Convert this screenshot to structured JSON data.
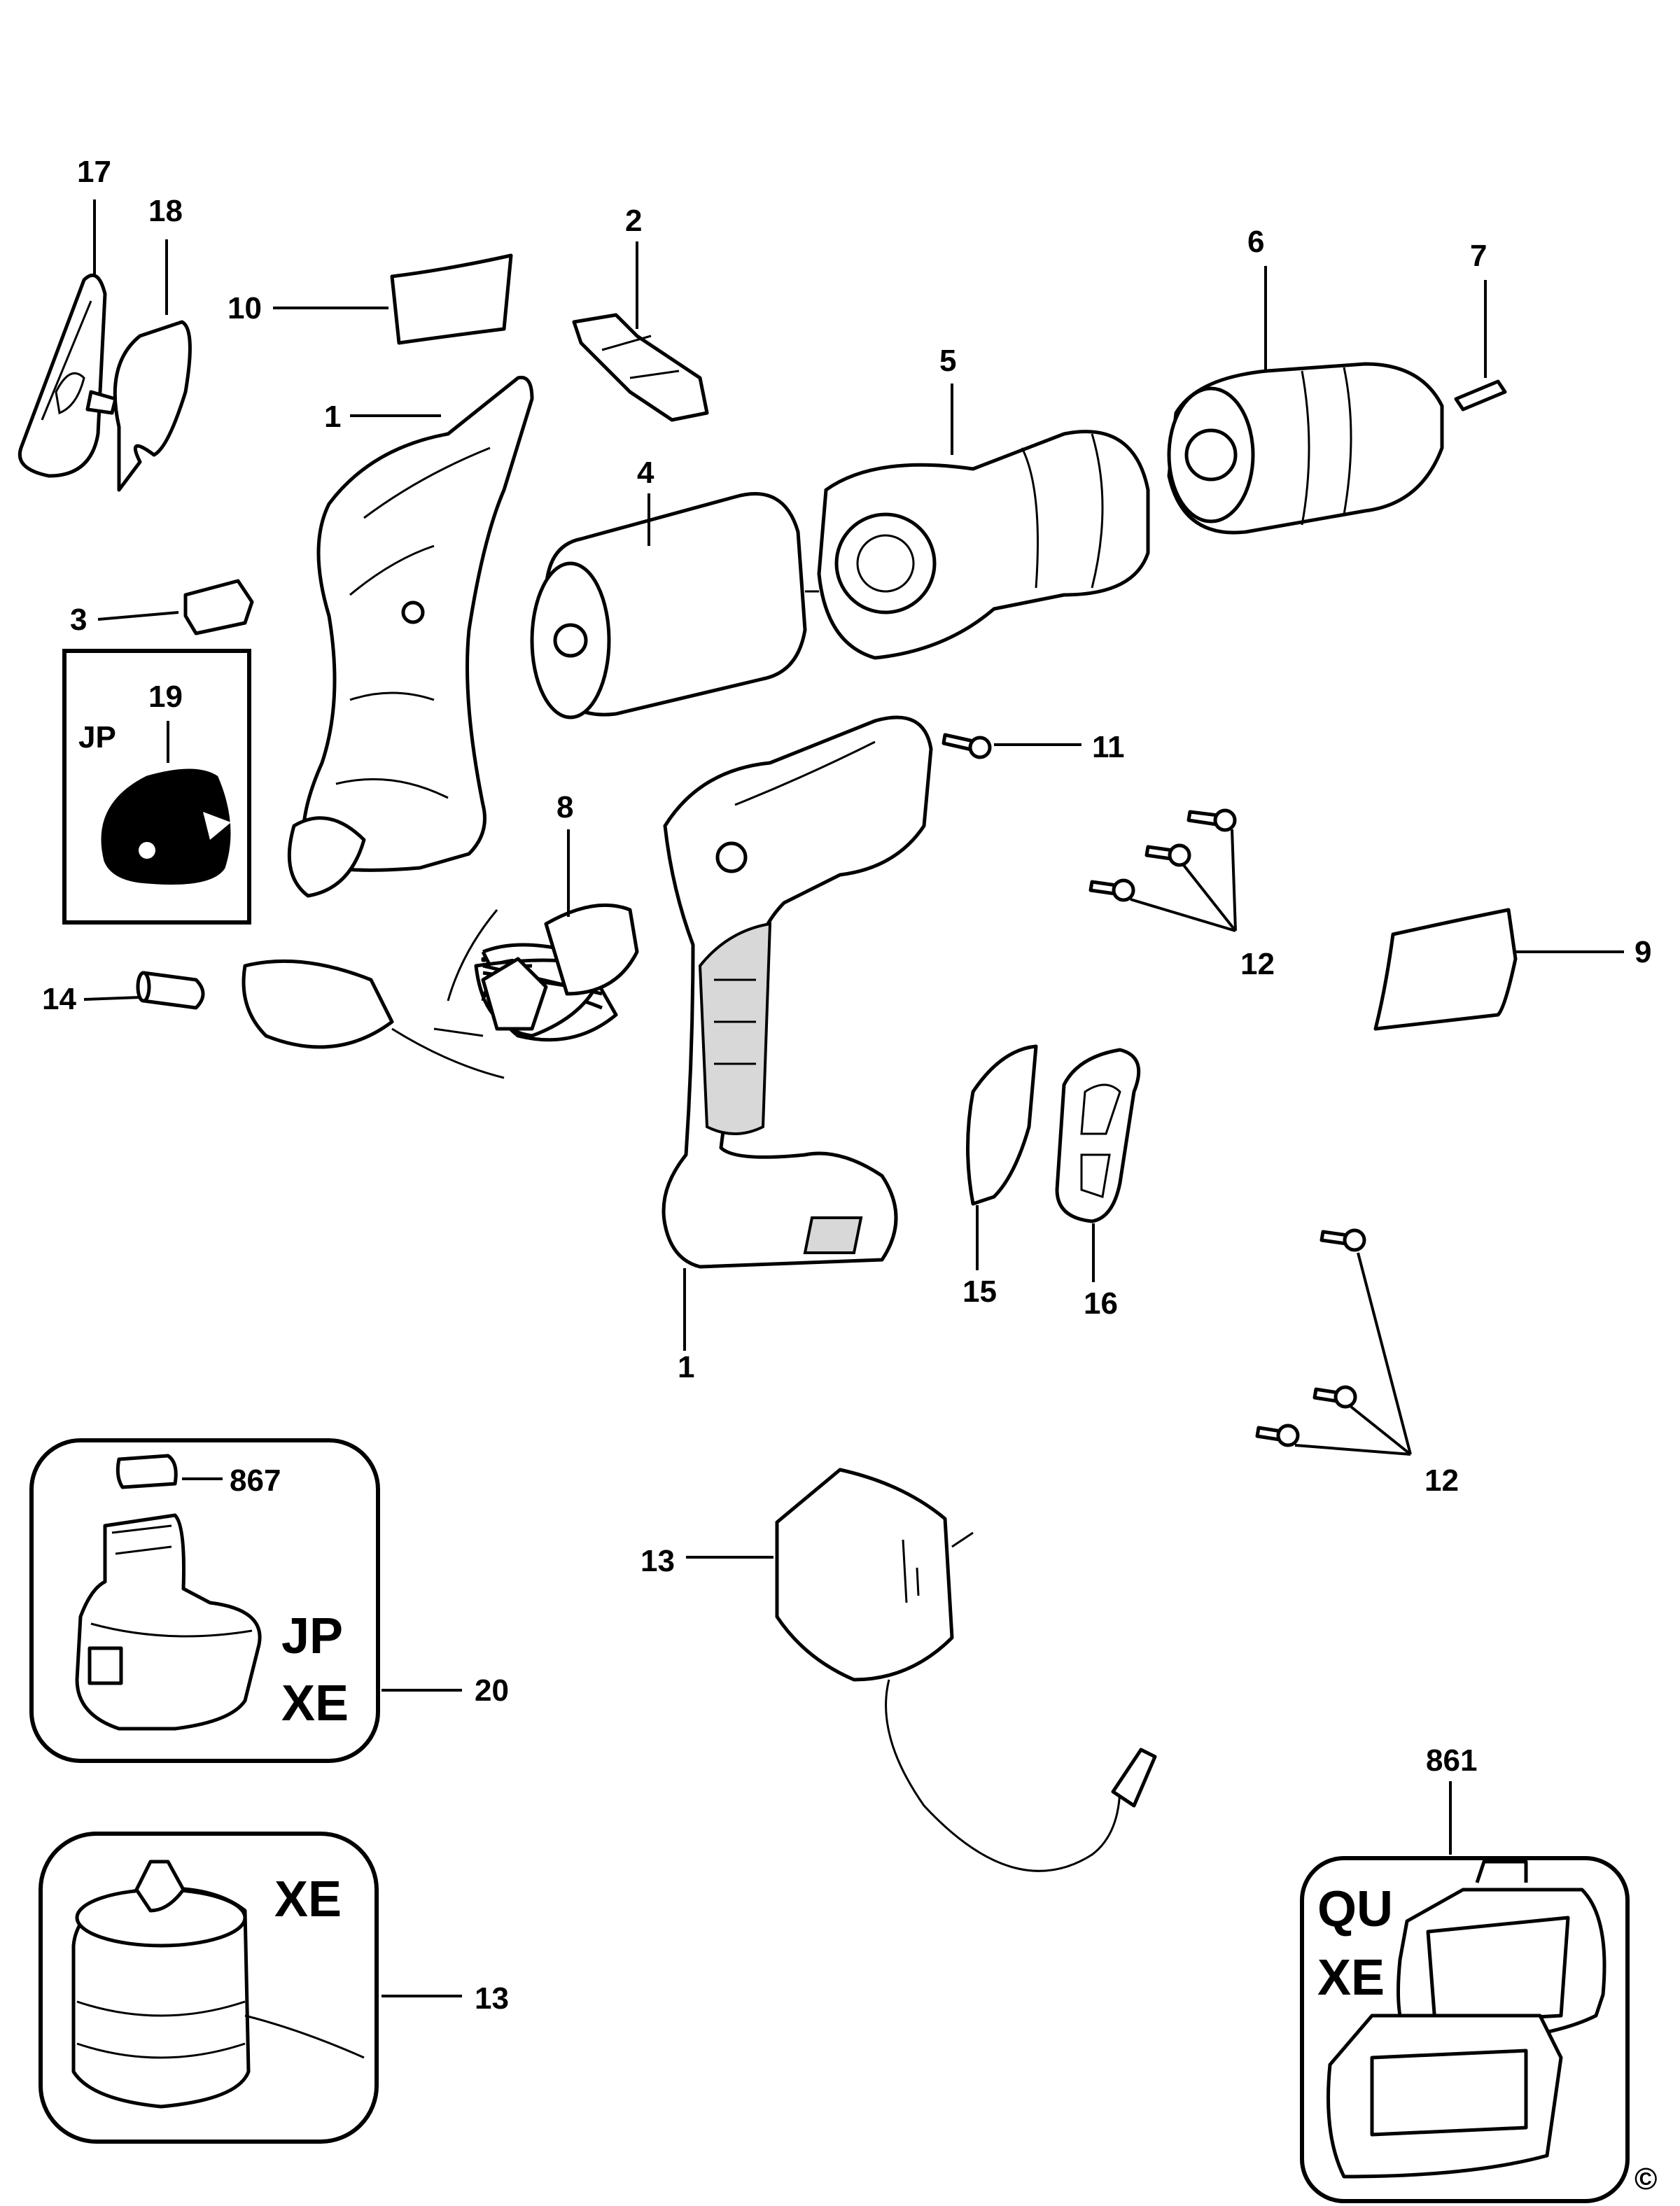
{
  "labels": {
    "p1_upper": "1",
    "p1_lower": "1",
    "p2": "2",
    "p3": "3",
    "p4": "4",
    "p5": "5",
    "p6": "6",
    "p7": "7",
    "p8": "8",
    "p9": "9",
    "p10": "10",
    "p11": "11",
    "p12_upper": "12",
    "p12_lower": "12",
    "p13_charger": "13",
    "p13_base": "13",
    "p14": "14",
    "p15": "15",
    "p16": "16",
    "p17": "17",
    "p18": "18",
    "p19": "19",
    "p20": "20",
    "p861": "861",
    "p867": "867"
  },
  "region_codes": {
    "jp_box19": "JP",
    "battery_jp": "JP",
    "battery_xe": "XE",
    "base_charger_xe": "XE",
    "case_qu": "QU",
    "case_xe": "XE"
  },
  "copyright": "©"
}
